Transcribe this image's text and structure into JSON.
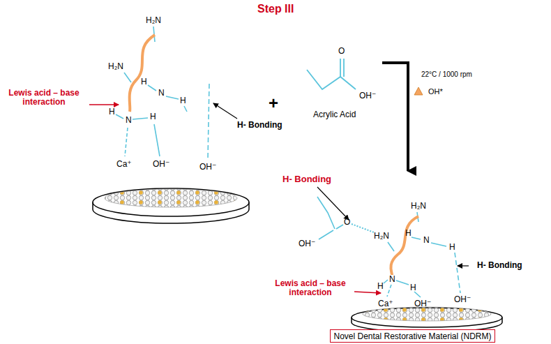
{
  "diagram": {
    "title": "Step III",
    "nodes": [
      {
        "text": [
          "Novel Dental Restorative Material (NDRM)"
        ]
      }
    ],
    "labels": [
      "H₂N",
      "H₂N",
      "H",
      "N",
      "H",
      "H",
      "N",
      "H",
      "Lewis acid – base interaction",
      "Ca⁺",
      "OH⁻",
      "OH⁻",
      "H- Bonding",
      "+",
      "O",
      "OH⁻",
      "Acrylic Acid",
      "22°C / 1000 rpm",
      "OH*",
      "H- Bonding",
      "OH⁻",
      "O",
      "H₂N",
      "H₂N",
      "H",
      "N",
      "H",
      "H",
      "N",
      "H",
      "H- Bonding",
      "Lewis acid – base interaction",
      "Ca⁺",
      "OH⁻",
      "OH⁻"
    ]
  }
}
